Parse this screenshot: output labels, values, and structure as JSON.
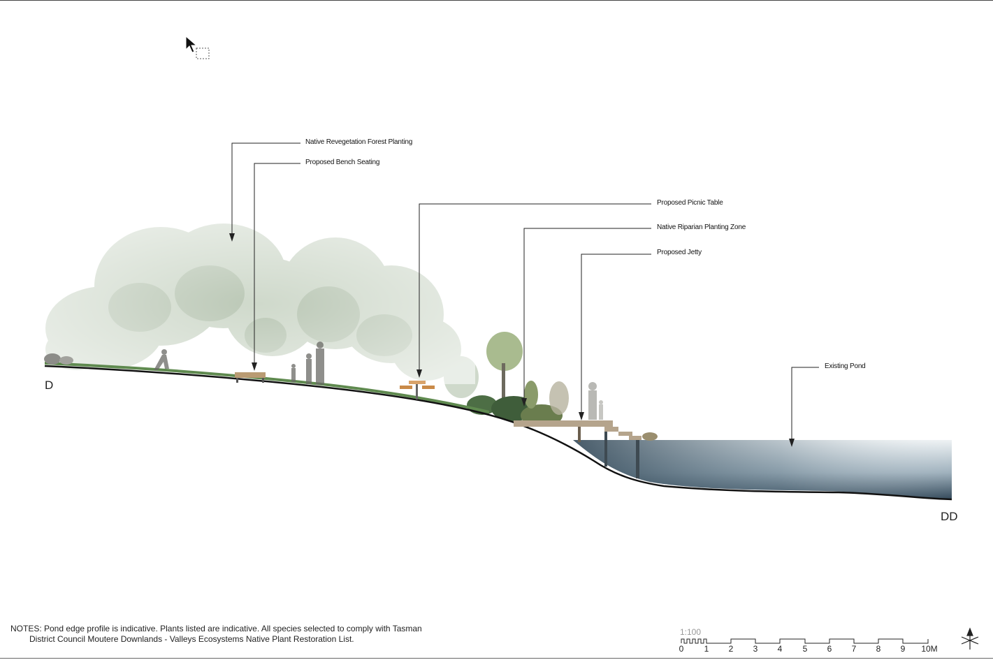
{
  "callouts": [
    {
      "id": "forest",
      "label": "Native Revegetation Forest Planting"
    },
    {
      "id": "bench",
      "label": "Proposed Bench Seating"
    },
    {
      "id": "picnic",
      "label": "Proposed Picnic Table"
    },
    {
      "id": "riparian",
      "label": "Native Riparian Planting Zone"
    },
    {
      "id": "jetty",
      "label": "Proposed Jetty"
    },
    {
      "id": "pond",
      "label": "Existing Pond"
    }
  ],
  "section_marks": {
    "start": "D",
    "end": "DD"
  },
  "notes": {
    "line1": "NOTES: Pond edge profile is indicative. Plants listed are indicative. All species selected to comply with Tasman",
    "line2": "District Council Moutere Downlands - Valleys Ecosystems Native Plant Restoration List."
  },
  "scale_bar": {
    "ratio": "1:100",
    "ticks": [
      "0",
      "1",
      "2",
      "3",
      "4",
      "5",
      "6",
      "7",
      "8",
      "9",
      "10M"
    ]
  },
  "icons": {
    "cursor": "cursor-icon",
    "north_arrow": "north-arrow-icon"
  },
  "colors": {
    "water_top": "#e6ecf0",
    "water_deep": "#2b4152",
    "foliage": "#c9d6c6",
    "ground_line": "#111111",
    "grass": "#5f8a4f"
  }
}
